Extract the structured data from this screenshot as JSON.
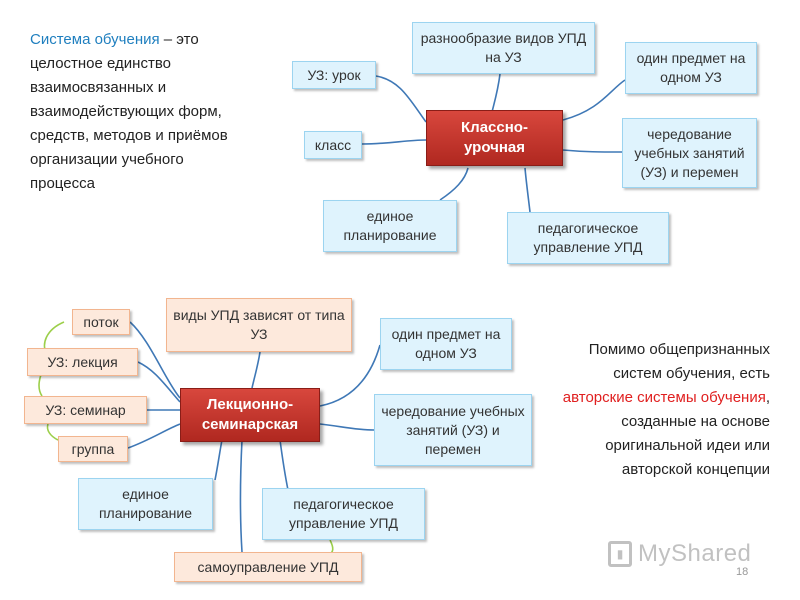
{
  "definition": {
    "term": "Система обучения",
    "rest": " – это целостное единство взаимосвязанных и взаимодействующих форм, средств, методов и приёмов организации учебного процесса"
  },
  "classroom": {
    "center": "Классно-урочная",
    "items": {
      "lesson": "УЗ: урок",
      "variety": "разнообразие видов УПД на УЗ",
      "one_subject": "один предмет на одном УЗ",
      "class": "класс",
      "alternation": "чередование учебных занятий (УЗ) и перемен",
      "planning": "единое планирование",
      "management": "педагогическое управление УПД"
    }
  },
  "lecture": {
    "center": "Лекционно-семинарская",
    "items": {
      "stream": "поток",
      "lecture": "УЗ: лекция",
      "seminar": "УЗ: семинар",
      "group": "группа",
      "types": "виды УПД зависят от типа УЗ",
      "one_subject": "один предмет на одном УЗ",
      "alternation": "чередование учебных занятий (УЗ) и перемен",
      "planning": "единое планирование",
      "management": "педагогическое управление УПД",
      "self_management": "самоуправление УПД"
    }
  },
  "note": {
    "before": "Помимо общепризнанных систем обучения, есть ",
    "highlight": "авторские системы обучения",
    "after": ", созданные на основе оригинальной идеи или авторской концепции"
  },
  "logo": {
    "text": "MyShared",
    "icon": "presentation-board-icon"
  },
  "page_number": "18",
  "colors": {
    "accent": "#1f7fbf",
    "center_red": "#c0332a",
    "box_blue": "#dff3fd",
    "box_orange": "#fde9dc",
    "link": "#3f78b6",
    "green_link": "#9ccf4a",
    "red_text": "#e02020"
  }
}
